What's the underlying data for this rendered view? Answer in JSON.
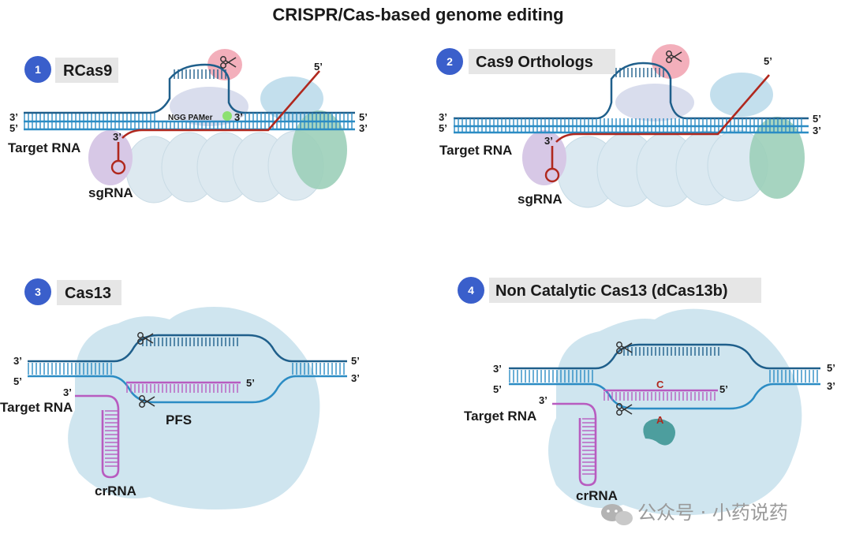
{
  "title": "CRISPR/Cas-based genome editing",
  "panels": [
    {
      "number": "1",
      "label": "RCas9"
    },
    {
      "number": "2",
      "label": "Cas9 Orthologs"
    },
    {
      "number": "3",
      "label": "Cas13"
    },
    {
      "number": "4",
      "label": "Non Catalytic Cas13 (dCas13b)"
    }
  ],
  "strand_ends": {
    "three": "3’",
    "five": "5’"
  },
  "labels": {
    "target_rna": "Target RNA",
    "sgrna": "sgRNA",
    "crrna": "crRNA",
    "pfs": "PFS",
    "pam": "NGG PAMer",
    "base_c": "C",
    "base_a": "A"
  },
  "colors": {
    "dark_blue": "#1f5f8b",
    "light_blue": "#2b8cc4",
    "red": "#b0281e",
    "magenta": "#b85cc0",
    "cas_body": "#bfdcea",
    "badge": "#3a5fcb",
    "label_bg": "#e6e6e6",
    "pink": "#f2a6b4",
    "green": "#9ccfb9",
    "teal": "#4d9e9e"
  },
  "icons": [
    "scissors-icon",
    "wechat-icon"
  ],
  "watermark": "公众号 · 小药说药"
}
